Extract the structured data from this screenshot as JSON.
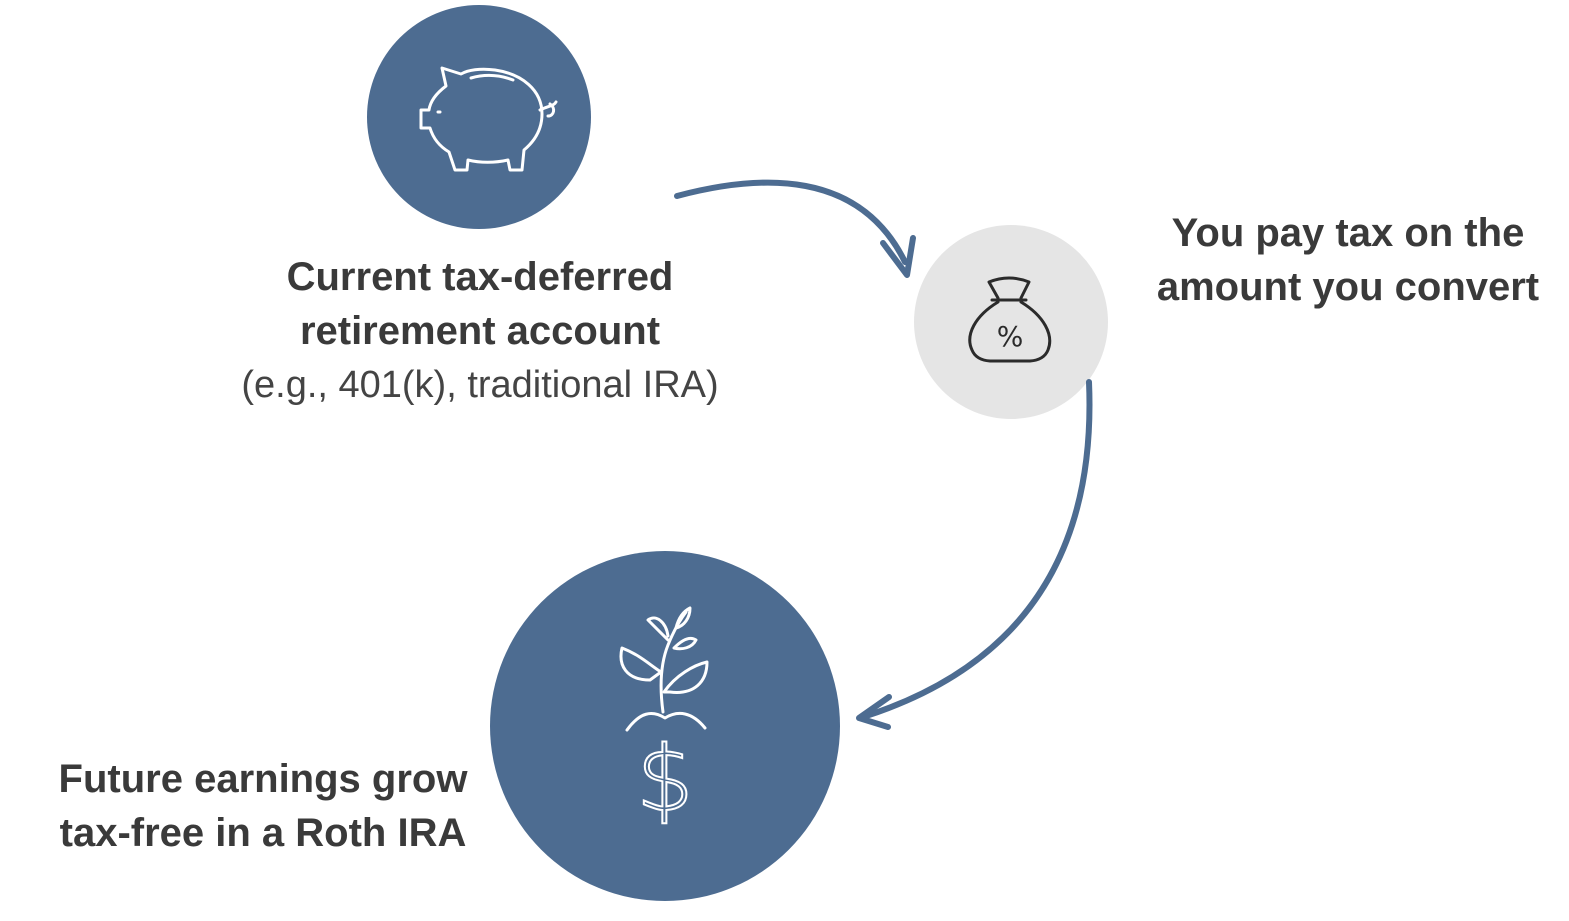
{
  "nodes": {
    "current": {
      "title_line1": "Current tax-deferred",
      "title_line2": "retirement account",
      "subtitle": "(e.g., 401(k), traditional IRA)",
      "icon": "piggy-bank-icon"
    },
    "tax": {
      "title_line1": "You pay tax on the",
      "title_line2": "amount you convert",
      "icon": "money-bag-percent-icon",
      "icon_glyph": "%"
    },
    "future": {
      "title_line1": "Future earnings grow",
      "title_line2": "tax-free in a Roth IRA",
      "icon": "plant-dollar-icon",
      "icon_glyph": "$"
    }
  },
  "colors": {
    "primary": "#4d6c91",
    "secondary_circle": "#e5e5e5",
    "text": "#3a3a3a",
    "icon_stroke_light": "#ffffff",
    "icon_stroke_dark": "#2b2b2b"
  }
}
